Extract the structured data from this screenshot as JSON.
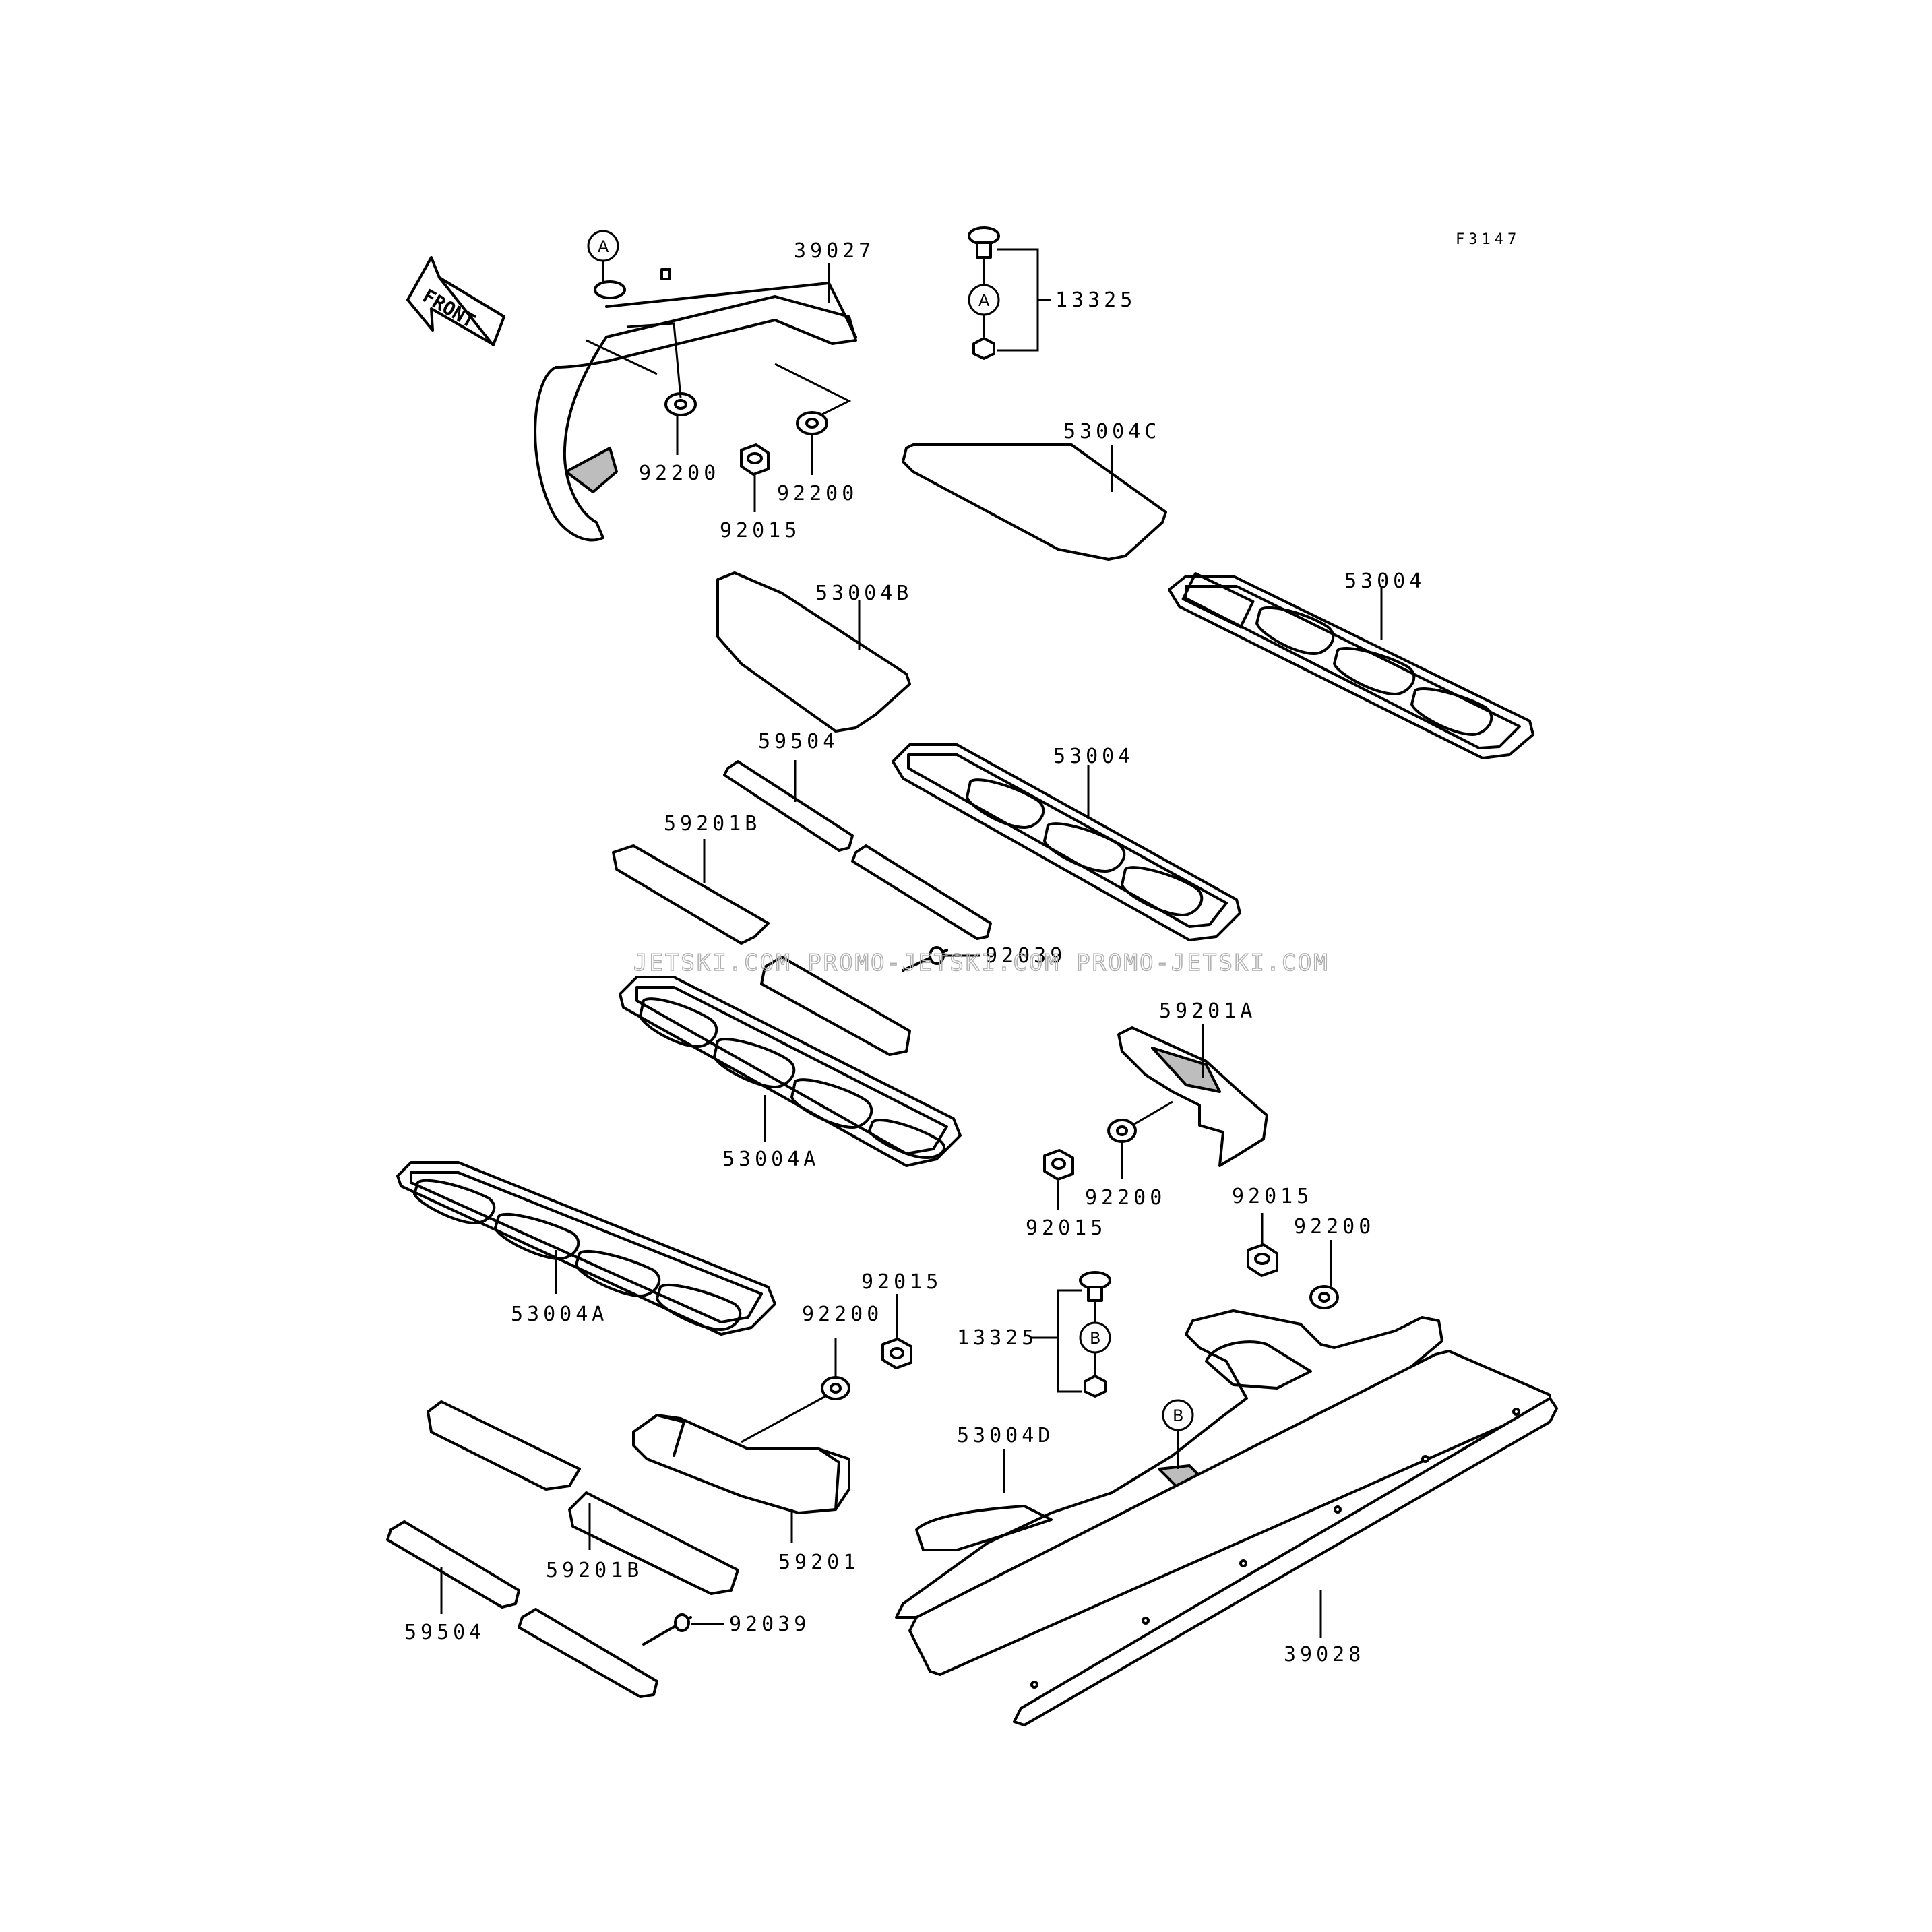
{
  "figure_code": "F3147",
  "front_label": "FRONT",
  "refs": {
    "a": "A",
    "b": "B"
  },
  "watermark": "JETSKI.COM  PROMO-JETSKI.COM  PROMO-JETSKI.COM",
  "labels": {
    "l39027": "39027",
    "l13325_top": "13325",
    "l92200_a": "92200",
    "l92200_b": "92200",
    "l92015_a": "92015",
    "l53004c": "53004C",
    "l53004b": "53004B",
    "l53004_r": "53004",
    "l59504_a": "59504",
    "l53004_m": "53004",
    "l59201b_a": "59201B",
    "l92039_a": "92039",
    "l59201a": "59201A",
    "l53004a_m": "53004A",
    "l92200_c": "92200",
    "l92015_b": "92015",
    "l92015_c": "92015",
    "l92200_d": "92200",
    "l53004a_l": "53004A",
    "l92015_d": "92015",
    "l92200_e": "92200",
    "l13325_b": "13325",
    "l53004d": "53004D",
    "l59201": "59201",
    "l59201b_b": "59201B",
    "l92039_b": "92039",
    "l59504_b": "59504",
    "l39028": "39028"
  }
}
